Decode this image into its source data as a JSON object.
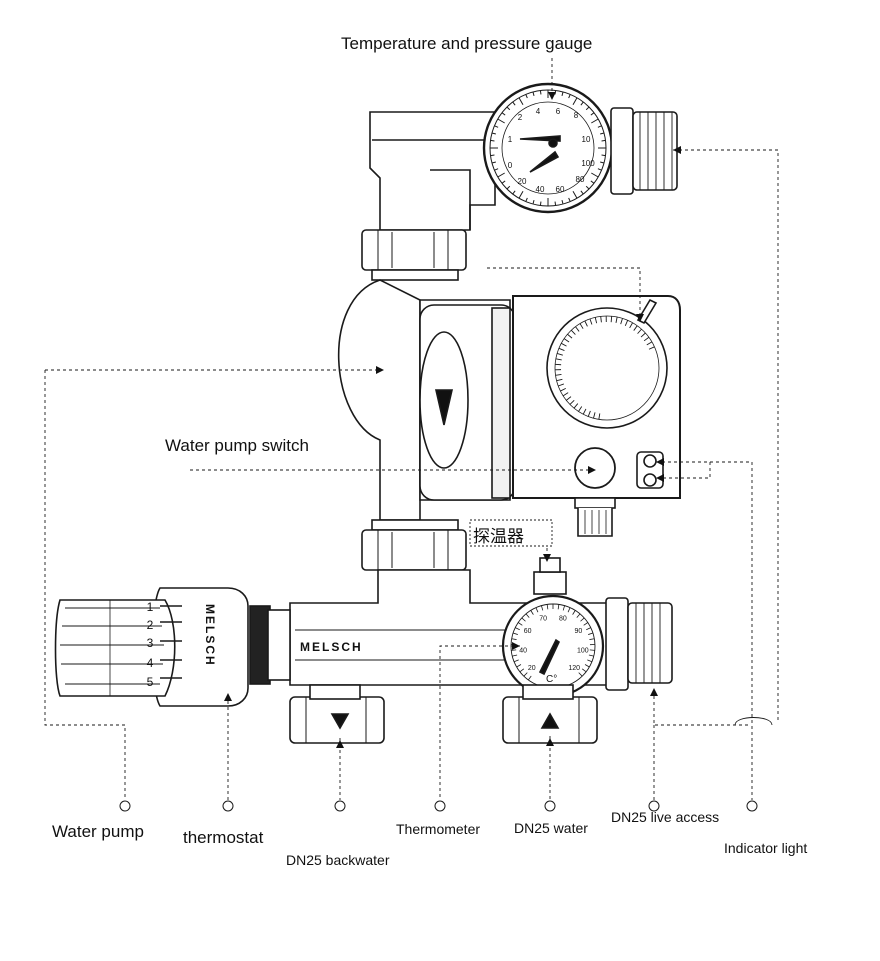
{
  "labels": {
    "gauge_top": "Temperature and pressure gauge",
    "pump_switch": "Water pump switch",
    "sensor_cn": "探温器",
    "water_pump": "Water pump",
    "thermostat": "thermostat",
    "backwater": "DN25 backwater",
    "thermometer": "Thermometer",
    "water": "DN25 water",
    "live_access": "DN25 live access",
    "indicator": "Indicator light"
  },
  "brand": "MELSCH",
  "gauge": {
    "pressure_ticks": [
      "2",
      "4",
      "6",
      "8",
      "1",
      "10"
    ],
    "temp_ticks": [
      "0",
      "20",
      "40",
      "60",
      "80",
      "100"
    ]
  },
  "thermostat_dial": [
    "1",
    "2",
    "3",
    "4",
    "5"
  ],
  "thermometer": {
    "ticks": [
      "20",
      "40",
      "60",
      "70",
      "80",
      "90",
      "100",
      "120"
    ],
    "unit": "C°"
  },
  "colors": {
    "line": "#1a1a1a",
    "fill": "#ffffff",
    "shade": "#e6e6e6"
  }
}
